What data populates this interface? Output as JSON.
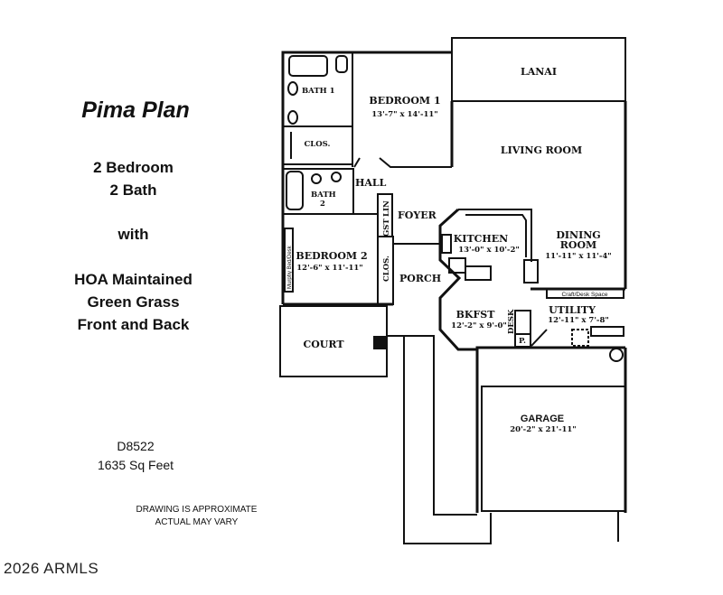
{
  "info": {
    "title": "Pima Plan",
    "bedrooms": "2 Bedroom",
    "baths": "2 Bath",
    "with": "with",
    "hoa_1": "HOA Maintained",
    "hoa_2": "Green Grass",
    "hoa_3": "Front and Back",
    "plan_code": "D8522",
    "sqft": "1635 Sq Feet",
    "disclaimer_1": "DRAWING IS APPROXIMATE",
    "disclaimer_2": "ACTUAL MAY VARY",
    "copyright": "2026 ARMLS"
  },
  "rooms": {
    "lanai": "LANAI",
    "bath1": "BATH 1",
    "bedroom1": "BEDROOM 1",
    "bedroom1_dim": "13'-7\" x 14'-11\"",
    "clos1": "CLOS.",
    "living": "LIVING ROOM",
    "hall": "HALL",
    "bath2_a": "BATH",
    "bath2_b": "2",
    "lin": "LIN",
    "gst": "GST",
    "foyer": "FOYER",
    "kitchen": "KITCHEN",
    "kitchen_dim": "13'-0\" x 10'-2\"",
    "dining_a": "DINING",
    "dining_b": "ROOM",
    "dining_dim": "11'-11\" x 11'-4\"",
    "murphy": "Murphy Bed/Desk",
    "bedroom2": "BEDROOM 2",
    "bedroom2_dim": "12'-6\" x 11'-11\"",
    "clos2": "CLOS.",
    "porch": "PORCH",
    "craft": "Craft/Desk Space",
    "utility": "UTILITY",
    "utility_dim": "12'-11\" x 7'-8\"",
    "bkfst": "BKFST",
    "bkfst_dim": "12'-2\" x 9'-0\"",
    "desk": "DESK",
    "pantry": "P.",
    "court": "COURT",
    "garage": "GARAGE",
    "garage_dim": "20'-2\" x 21'-11\""
  }
}
